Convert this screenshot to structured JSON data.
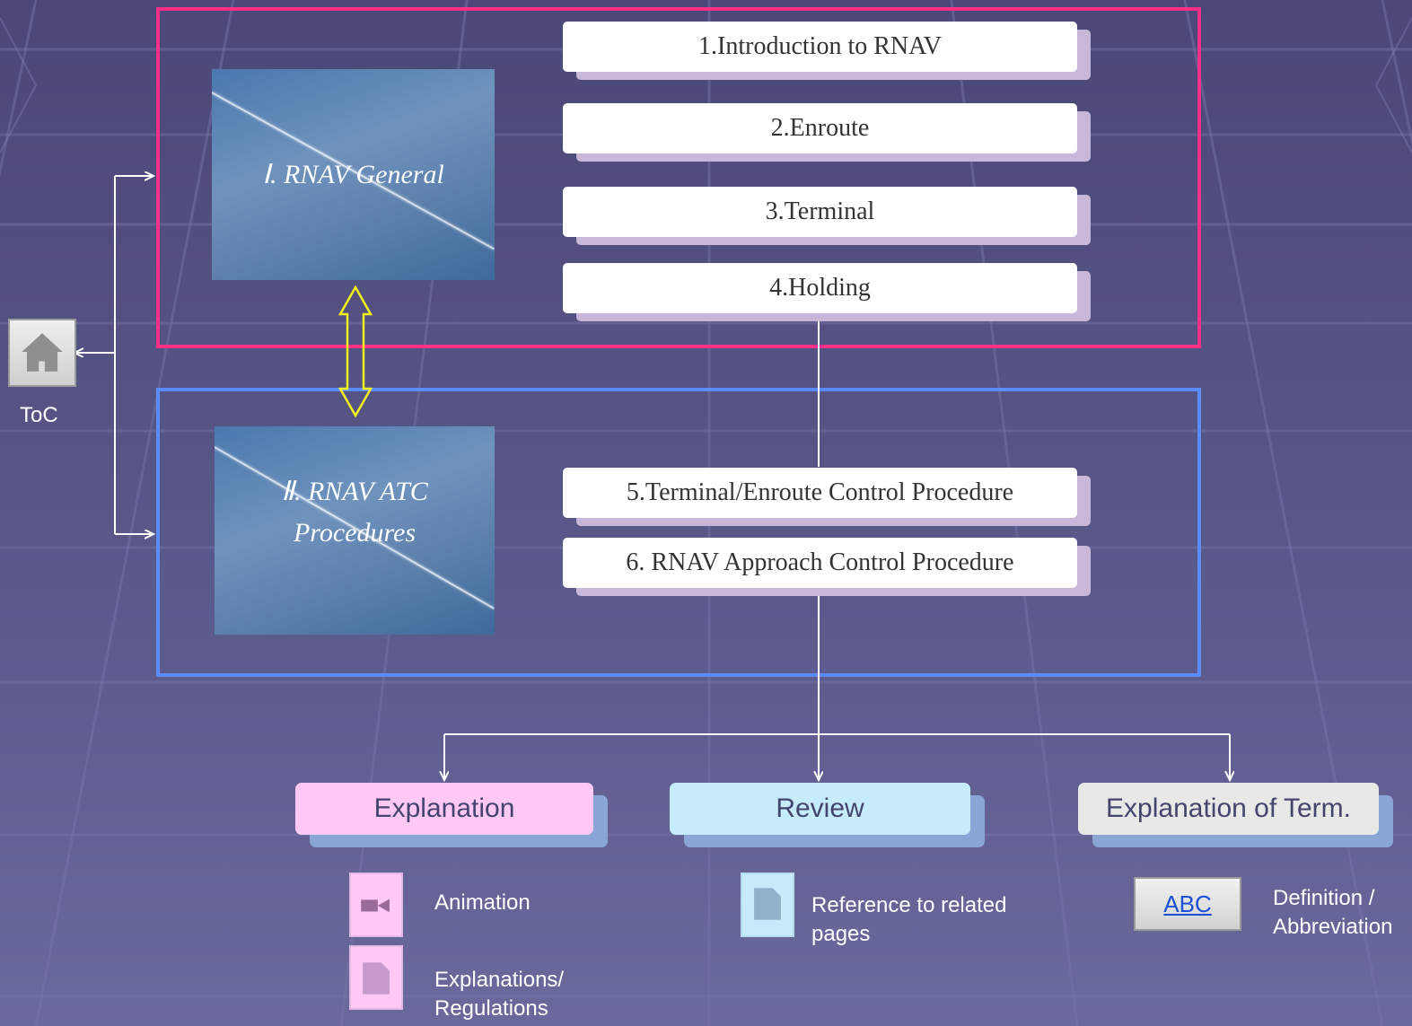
{
  "sections": {
    "general_title": "Ⅰ. RNAV General",
    "atc_title_line1": "Ⅱ. RNAV ATC",
    "atc_title_line2": "Procedures"
  },
  "menu": [
    "1.Introduction to RNAV",
    "2.Enroute",
    "3.Terminal",
    "4.Holding",
    "5.Terminal/Enroute Control Procedure",
    "6. RNAV Approach Control Procedure"
  ],
  "toc": {
    "label": "ToC",
    "icon": "home-icon"
  },
  "categories": {
    "explanation": "Explanation",
    "review": "Review",
    "term": "Explanation of Term."
  },
  "legend": {
    "animation": "Animation",
    "explanations_line1": "Explanations/",
    "explanations_line2": "Regulations",
    "reference_line1": "Reference to related",
    "reference_line2": "pages",
    "abc": "ABC",
    "definition_line1": "Definition /",
    "definition_line2": "Abbreviation"
  },
  "colors": {
    "general_frame": "#ff2f8a",
    "atc_frame": "#5a8cff",
    "explanation_button": "#ffc8f5",
    "review_button": "#c6ecfb",
    "term_button": "#e8e8e6",
    "bidirectional_arrow": "#f2f21a"
  }
}
